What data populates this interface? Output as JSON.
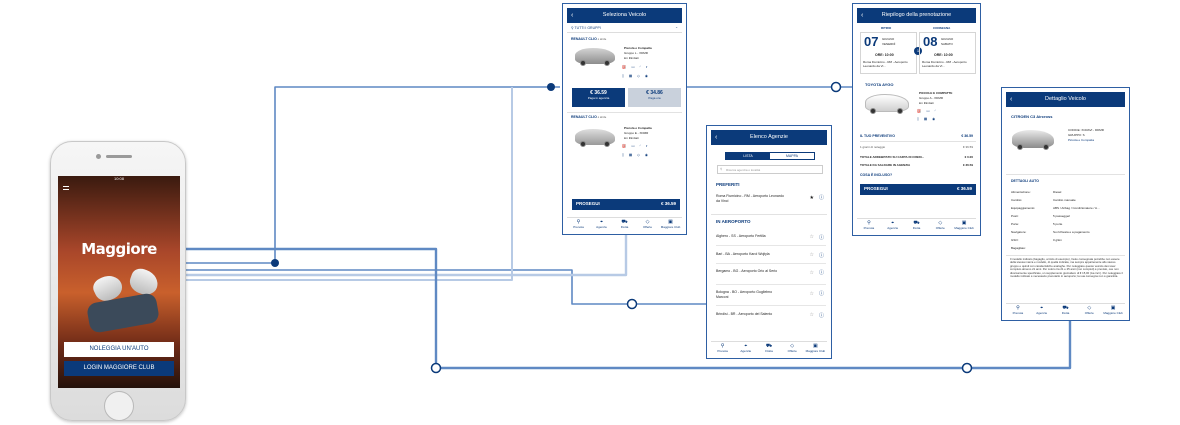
{
  "phone": {
    "status_time": "10:08",
    "logo": "Maggiore",
    "rent_button": "NOLEGGIA UN'AUTO",
    "club_button": "LOGIN MAGGIORE CLUB"
  },
  "tabbar": [
    "Prenota",
    "Agenzie",
    "Flotta",
    "Offerte",
    "Maggiore Club"
  ],
  "vehicle_screen": {
    "title": "Seleziona Veicolo",
    "filter": "TUTTI I GRUPPI",
    "car1": {
      "name": "RENAULT CLIO",
      "suffix": "o simile",
      "category": "Piccola e Compatta",
      "group": "Gruppo L - XDMR",
      "km": "km illimitati",
      "price_now": "€ 36.59",
      "price_now_label": "Paga in agenzia",
      "price_later": "€ 34.86",
      "price_later_label": "Paga ora"
    },
    "car2": {
      "name": "RENAULT CLIO",
      "suffix": "o simile",
      "category": "Piccola e Compatta",
      "group": "Gruppo E - XDMR",
      "km": "km illimitati"
    },
    "proceed": "PROSEGUI",
    "proceed_price": "€ 36.59"
  },
  "agencies_screen": {
    "title": "Elenco Agenzie",
    "seg_list": "LISTA",
    "seg_map": "MAPPA",
    "search_placeholder": "Ricerca agenzia o località",
    "favorites_header": "PREFERITI",
    "favorites": [
      "Roma Fiumicino - RM - Aeroporto Leonardo da Vinci"
    ],
    "airport_header": "IN AEROPORTO",
    "airports": [
      "Alghero - SS - Aeroporto Fertilia",
      "Bari - BA - Aeroporto Karol Wojtyla",
      "Bergamo - BG - Aeroporto Orio al Serio",
      "Bologna - BO - Aeroporto Guglielmo Marconi",
      "Brindisi - BR - Aeroporto del Salento"
    ]
  },
  "summary_screen": {
    "title": "Riepilogo della prenotazione",
    "pickup_label": "RITIRO",
    "return_label": "CONSEGNA",
    "pickup_day": "07",
    "pickup_month": "GIUGNO",
    "pickup_weekday": "VENERDÌ",
    "return_day": "08",
    "return_month": "GIUGNO",
    "return_weekday": "SABATO",
    "pickup_time": "ORE: 10:00",
    "return_time": "ORE: 10:00",
    "pickup_place": "Roma Fiumicino - RM - Aeroporto Leonardo da Vi...",
    "return_place": "Roma Fiumicino - RM - Aeroporto Leonardo da Vi...",
    "days_badge": "1",
    "car_name": "TOYOTA AYGO",
    "car_category": "PICCOLE E COMPATTE",
    "car_group": "Gruppo A - XDMR",
    "car_km": "km illimitati",
    "quote_label": "IL TUO PREVENTIVO",
    "quote_value": "€ 36.59",
    "rent_label": "1 giorni di noleggio",
    "rent_value": "€ 36.59",
    "card_label": "TOTALE ADDEBITATO SU CARTA DI CREDI...",
    "card_value": "€ 0.00",
    "agency_label": "TOTALE DA SALDARE IN AGENZIA",
    "agency_value": "€ 36.59",
    "included_label": "COSA È INCLUSO?",
    "proceed": "PROSEGUI",
    "proceed_price": "€ 36.59"
  },
  "detail_screen": {
    "title": "Dettaglio Veicolo",
    "car_name": "CITROEN C3 Aircross",
    "code": "CODICE: XCRAVI - DDMR",
    "group": "GRUPPO: S",
    "category": "Piccola e Compatta",
    "details_header": "DETTAGLI AUTO",
    "rows": [
      {
        "k": "Alimentazione:",
        "v": "Diesel"
      },
      {
        "k": "Cambio:",
        "v": "Cambio manuale"
      },
      {
        "k": "Equipaggiamento:",
        "v": "ABS / Airbag / Condizionatore / A..."
      },
      {
        "k": "Posti:",
        "v": "5 passeggeri"
      },
      {
        "k": "Porte:",
        "v": "5 porte"
      },
      {
        "k": "Navigatore:",
        "v": "Su richiesta e a pagamento"
      },
      {
        "k": "GSO:",
        "v": "0 g/km"
      },
      {
        "k": "Bagagliaio:",
        "v": ""
      }
    ],
    "notes": "Il modello indicato (bagaglio, a titolo di esempio), l'auto consegnata potrebbe non essere della stessa marca e modello, di quella indicata, ma sempre appartenente allo stesso gruppo e quindi con caratteristiche analoghe. Per noleggiare questo veicolo devi aver compiuto almeno 21 anni. Per coloro tra 21 e 25 anni (non compiuti) è previsto, ove non diversamente specificato, un supplemento giornaliero di € 15,00 (iva incl.). Per noleggiare il modello indicato è necessario prenotarlo in aeroporto; la sua consegna non è garantita."
  }
}
